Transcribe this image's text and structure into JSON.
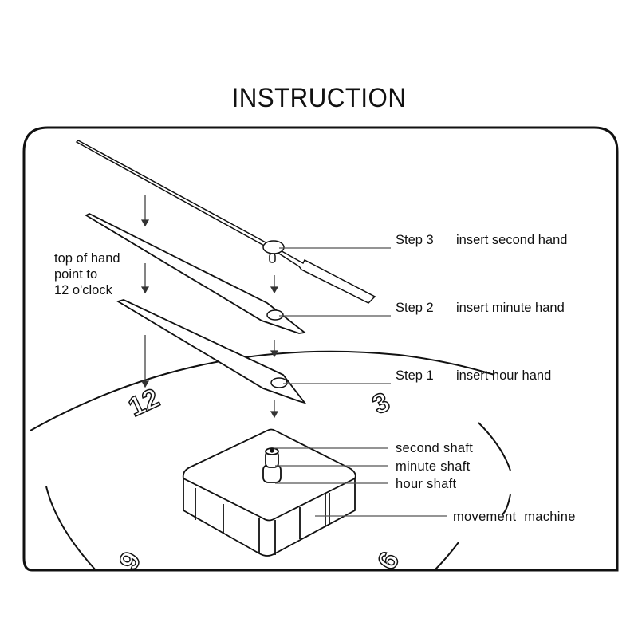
{
  "title": "INSTRUCTION",
  "note": {
    "lines": [
      "top of hand",
      "point to",
      "12 o'clock"
    ]
  },
  "steps": [
    {
      "step": "Step 3",
      "action": "insert second hand"
    },
    {
      "step": "Step 2",
      "action": "insert minute hand"
    },
    {
      "step": "Step 1",
      "action": "insert hour hand"
    }
  ],
  "parts": {
    "second_shaft": "second shaft",
    "minute_shaft": "minute shaft",
    "hour_shaft": "hour shaft",
    "movement_machine": "movement  machine"
  },
  "dial_numbers": [
    "12",
    "3",
    "6",
    "9"
  ],
  "colors": {
    "line": "#111111",
    "leader": "#555555",
    "background": "#ffffff"
  }
}
